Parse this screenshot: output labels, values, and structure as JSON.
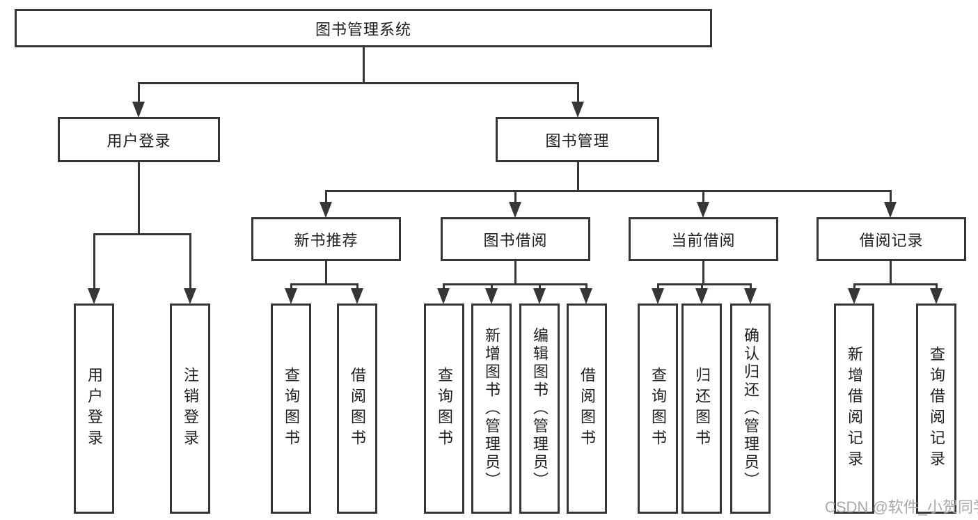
{
  "diagram_type": "functional-structure-tree",
  "colors": {
    "line": "#363636",
    "text": "#1f1f1f",
    "background": "#ffffff",
    "watermark": "#a9a9a9"
  },
  "watermark": {
    "text": "CSDN @软件_小贺同学"
  },
  "nodes": {
    "root": {
      "label": "图书管理系统"
    },
    "user_login": {
      "label": "用户登录"
    },
    "book_management": {
      "label": "图书管理"
    },
    "new_book_recommend": {
      "label": "新书推荐"
    },
    "book_borrow": {
      "label": "图书借阅"
    },
    "current_borrow": {
      "label": "当前借阅"
    },
    "borrow_records": {
      "label": "借阅记录"
    },
    "leaf_user_login": {
      "label": "用户登录"
    },
    "leaf_logout": {
      "label": "注销登录"
    },
    "nbr_query_books": {
      "label": "查询图书"
    },
    "nbr_borrow_books": {
      "label": "借阅图书"
    },
    "bb_query_books": {
      "label": "查询图书"
    },
    "bb_add_books": {
      "label": "新增图书（管理员）"
    },
    "bb_edit_books": {
      "label": "编辑图书（管理员）"
    },
    "bb_borrow_books": {
      "label": "借阅图书"
    },
    "cb_query_books": {
      "label": "查询图书"
    },
    "cb_return_books": {
      "label": "归还图书"
    },
    "cb_confirm_return": {
      "label": "确认归还（管理员）"
    },
    "br_add_record": {
      "label": "新增借阅记录"
    },
    "br_query_record": {
      "label": "查询借阅记录"
    }
  },
  "hierarchy": {
    "图书管理系统": {
      "用户登录": [
        "用户登录",
        "注销登录"
      ],
      "图书管理": {
        "新书推荐": [
          "查询图书",
          "借阅图书"
        ],
        "图书借阅": [
          "查询图书",
          "新增图书（管理员）",
          "编辑图书（管理员）",
          "借阅图书"
        ],
        "当前借阅": [
          "查询图书",
          "归还图书",
          "确认归还（管理员）"
        ],
        "借阅记录": [
          "新增借阅记录",
          "查询借阅记录"
        ]
      }
    }
  }
}
